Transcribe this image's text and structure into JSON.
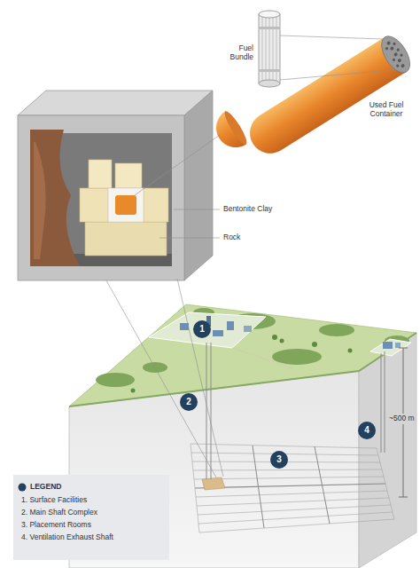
{
  "diagram": {
    "nodes": [
      {
        "text": [
          "1"
        ]
      },
      {
        "text": [
          "2"
        ]
      },
      {
        "text": [
          "3"
        ]
      },
      {
        "text": [
          "4"
        ]
      }
    ],
    "labels": [
      "Fuel Bundle",
      "Used Fuel Container",
      "Bentonite Clay",
      "Rock",
      "~500 m",
      "LEGEND"
    ],
    "legend": [
      {
        "text": "1. Surface Facilities"
      },
      {
        "text": "2. Main Shaft Complex"
      },
      {
        "text": "3. Placement Rooms"
      },
      {
        "text": "4. Ventilation Exhaust Shaft"
      }
    ]
  }
}
